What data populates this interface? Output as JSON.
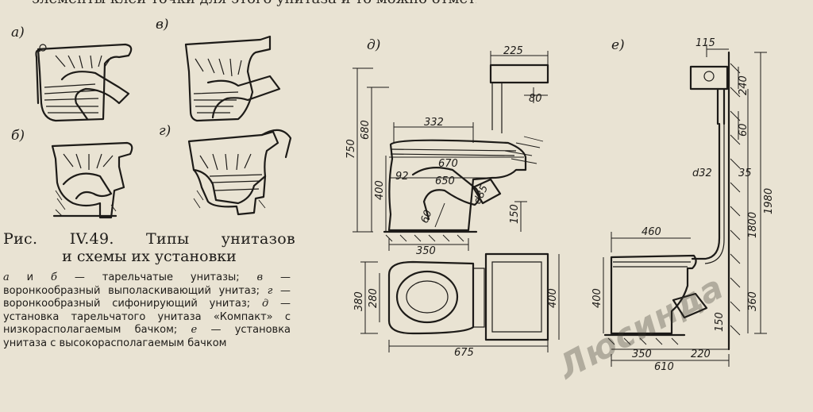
{
  "figure": {
    "top_text_fragment": "элементы клей точки для этого унитаза и то можно отметить",
    "panel_labels": {
      "a": "а)",
      "b": "б)",
      "v": "в)",
      "g": "г)",
      "d": "д)",
      "e": "е)"
    },
    "caption": {
      "title": "Рис. IV.49. Типы унитазов",
      "subtitle": "и схемы их установки"
    },
    "legend": [
      {
        "key": "а",
        "joiner": " и ",
        "key2": "б",
        "text": " — тарельчатые унитазы; "
      },
      {
        "key": "в",
        "text": " — воронкообразный выполаскивающий унитаз; "
      },
      {
        "key": "г",
        "text": " — воронкообразный сифонирующий унитаз; "
      },
      {
        "key": "д",
        "text": " — установка тарельчатого унитаза «Компакт» с низкорасполагаемым бачком; "
      },
      {
        "key": "е",
        "text": " — установка унитаза с высокорасполагаемым бачком"
      }
    ],
    "watermark": "Люсинда"
  },
  "dimensions_d": {
    "top_width": "225",
    "tank_offset": "80",
    "seat_depth": "332",
    "inner_670": "670",
    "inner_650": "650",
    "outlet_92": "92",
    "angle_60": "60",
    "outlet_diam": "d85",
    "height_750": "750",
    "height_680": "680",
    "height_400": "400",
    "outlet_height": "150",
    "base_350": "350",
    "plan_380": "380",
    "plan_280": "280",
    "plan_400": "400",
    "plan_675": "675"
  },
  "dimensions_e": {
    "wall_115": "115",
    "tank_240": "240",
    "pipe_60": "60",
    "pipe_d32": "d32",
    "pipe_35": "35",
    "seat_460": "460",
    "height_400": "400",
    "height_1800": "1800",
    "height_1980": "1980",
    "height_360": "360",
    "outlet_150": "150",
    "base_350": "350",
    "wall_220": "220",
    "total_610": "610"
  }
}
